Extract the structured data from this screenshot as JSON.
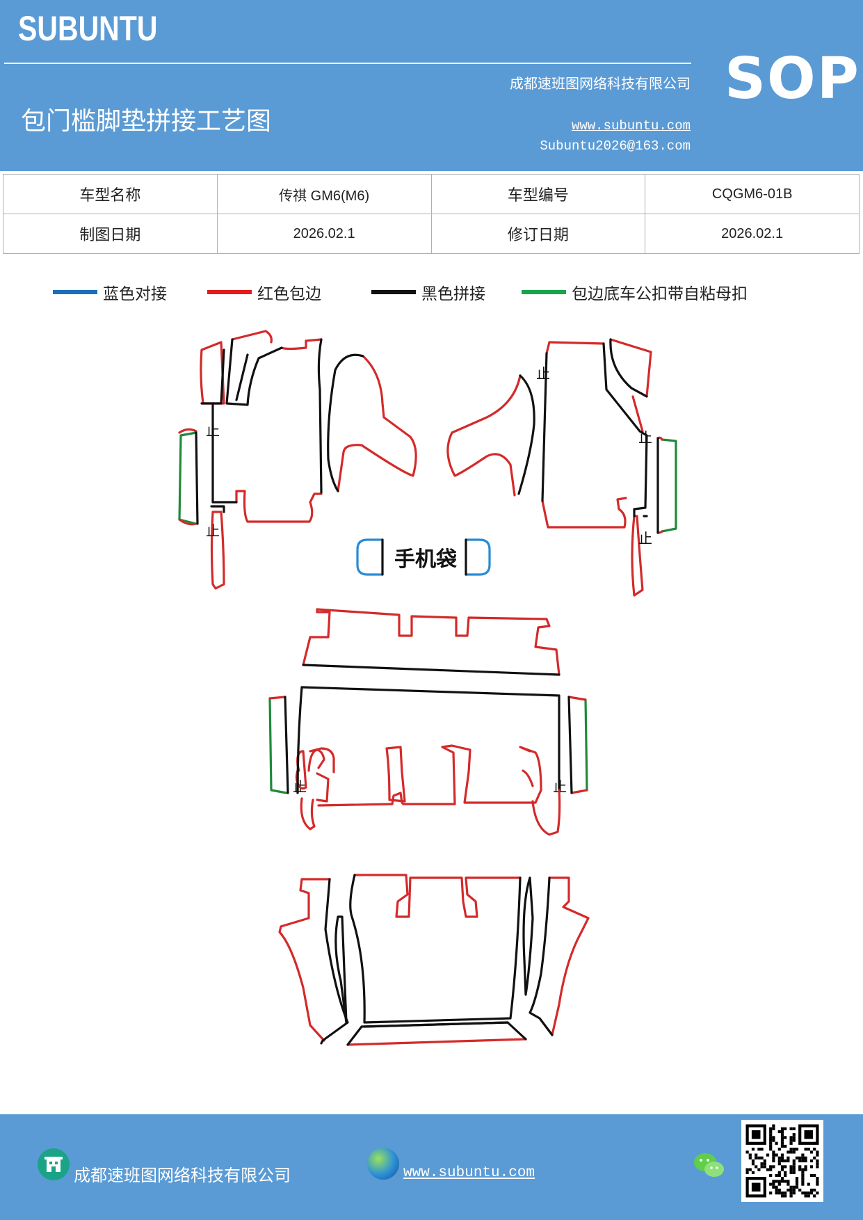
{
  "header": {
    "brand": "SUBUNTU",
    "company": "成都速班图网络科技有限公司",
    "title": "包门槛脚垫拼接工艺图",
    "website": "www.subuntu.com",
    "email": "Subuntu2026@163.com",
    "badge": "SOP"
  },
  "info_table": {
    "rows": [
      [
        "车型名称",
        "传祺 GM6(M6)",
        "车型编号",
        "CQGM6-01B"
      ],
      [
        "制图日期",
        "2026.02.1",
        "修订日期",
        "2026.02.1"
      ]
    ]
  },
  "legend": [
    {
      "label": "蓝色对接",
      "color": "#1a6fb8"
    },
    {
      "label": "红色包边",
      "color": "#e31b1b"
    },
    {
      "label": "黑色拼接",
      "color": "#111111"
    },
    {
      "label": "包边底车公扣带自粘母扣",
      "color": "#1aa34a"
    }
  ],
  "diagram": {
    "phone_bag_label": "手机袋",
    "stop_mark": "止",
    "colors": {
      "red": "#d42a2a",
      "black": "#111111",
      "green": "#1e8a3a",
      "blue": "#2a8ad4"
    }
  },
  "footer": {
    "company": "成都速班图网络科技有限公司",
    "website": "www.subuntu.com",
    "icons": [
      "building-icon",
      "globe-icon",
      "wechat-icon",
      "qr-code"
    ]
  }
}
